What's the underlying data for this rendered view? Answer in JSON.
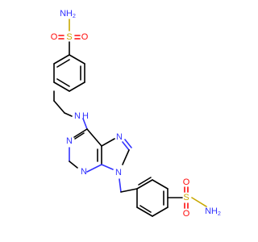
{
  "molecule": {
    "colors": {
      "bond": "#000000",
      "N": "#3333ff",
      "O": "#ff0d0d",
      "S": "#c8a800"
    },
    "labels": {
      "nh2_top": "NH",
      "nh2_top_sub": "2",
      "s_top": "S",
      "o_top_left": "O",
      "o_top_right": "O",
      "nh_link": "N",
      "nh_link_h": "H",
      "n_ring_left": "N",
      "n_ring_bottom": "N",
      "n_imid_top": "N",
      "n_imid_bottom": "N",
      "s_bottom": "S",
      "o_bottom_top": "O",
      "o_bottom_bottom": "O",
      "nh2_bottom": "NH",
      "nh2_bottom_sub": "2"
    }
  }
}
